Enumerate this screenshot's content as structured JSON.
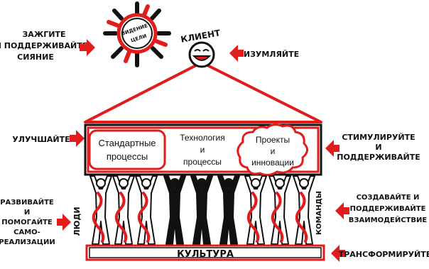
{
  "sun": {
    "text_line1": "ВИДЕНИЕ",
    "text_line2": "ЦЕЛИ"
  },
  "client": {
    "label": "КЛИЕНТ"
  },
  "left_notes": {
    "sun": [
      "ЗАЖГИТЕ",
      "И ПОДДЕРЖИВАЙТЕ",
      "СИЯНИЕ"
    ],
    "improve": "УЛУЧШАЙТЕ",
    "people_help": [
      "РАЗВИВАЙТЕ",
      "И",
      "ПОМОГАЙТЕ",
      "САМО-",
      "РЕАЛИЗАЦИИ"
    ],
    "people_label": "ЛЮДИ"
  },
  "right_notes": {
    "client": "ИЗУМЛЯЙТЕ",
    "stimulate": [
      "СТИМУЛИРУЙТЕ",
      "И",
      "ПОДДЕРЖИВАЙТЕ"
    ],
    "teams": [
      "СОЗДАВАЙТЕ И",
      "ПОДДЕРЖИВАЙТЕ",
      "ВЗАИМОДЕЙСТВИЕ"
    ],
    "teams_label": "КОМАНДЫ",
    "transform": "ТРАНСФОРМИРУЙТЕ"
  },
  "beam": {
    "box1": [
      "Стандартные",
      "процессы"
    ],
    "box2": [
      "Технология",
      "и",
      "процессы"
    ],
    "box3": [
      "Проекты",
      "и",
      "инновации"
    ]
  },
  "base": {
    "label": "КУЛЬТУРА"
  },
  "colors": {
    "red": "#e21b1b",
    "black": "#111111"
  }
}
